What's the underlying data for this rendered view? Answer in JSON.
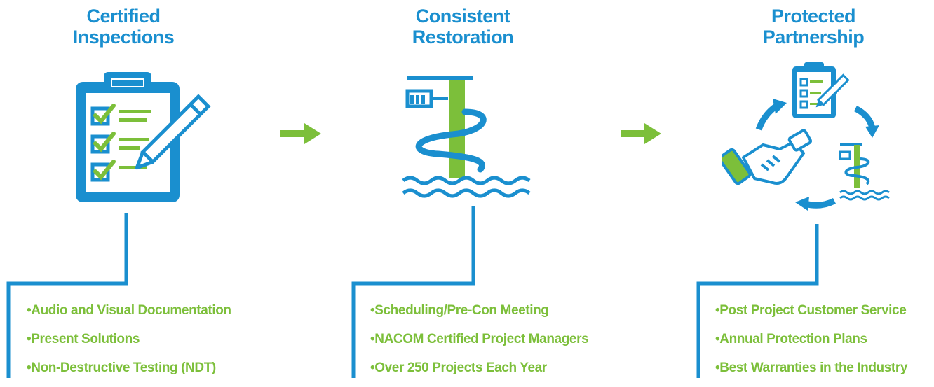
{
  "columns": [
    {
      "title_line1": "Certified",
      "title_line2": "Inspections",
      "icon": "clipboard-checklist-icon",
      "bullets": [
        "Audio and Visual Documentation",
        "Present Solutions",
        "Non-Destructive Testing (NDT)"
      ]
    },
    {
      "title_line1": "Consistent",
      "title_line2": "Restoration",
      "icon": "pier-piling-water-icon",
      "bullets": [
        "Scheduling/Pre-Con Meeting",
        "NACOM Certified Project Managers",
        "Over 250 Projects Each Year"
      ]
    },
    {
      "title_line1": "Protected",
      "title_line2": "Partnership",
      "icon": "partnership-cycle-icon",
      "bullets": [
        "Post Project Customer Service",
        "Annual Protection Plans",
        "Best Warranties in the Industry"
      ]
    }
  ],
  "colors": {
    "blue": "#1a8fcf",
    "green": "#7cbf3a"
  }
}
